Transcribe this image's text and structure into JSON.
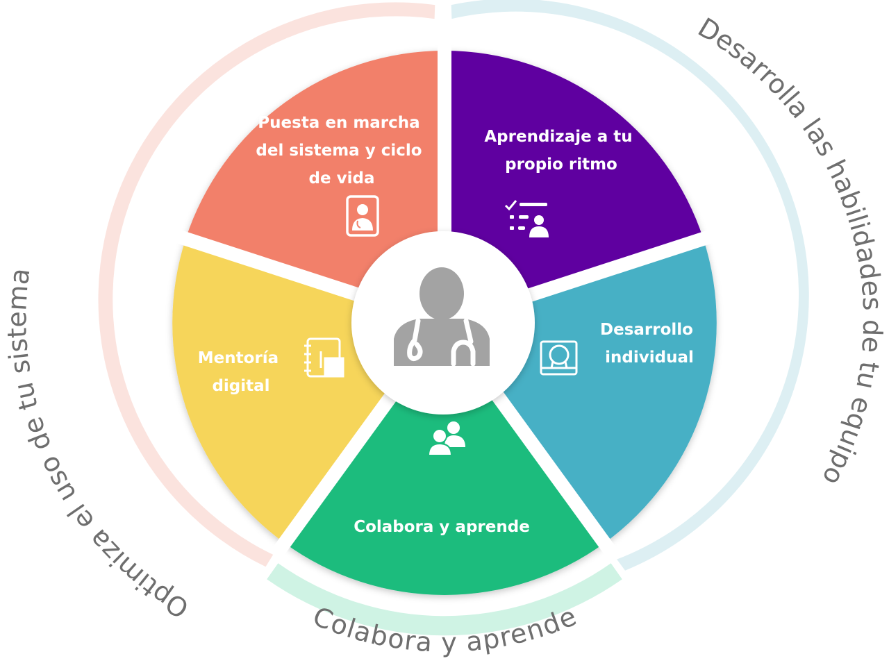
{
  "colors": {
    "segment_orange": "#F2806A",
    "segment_purple": "#5E00A0",
    "segment_teal": "#47B0C5",
    "segment_green": "#1BBC7D",
    "segment_yellow": "#F6D55A",
    "ring_left": "#FBE3DE",
    "ring_right": "#DDEFF3",
    "ring_bottom": "#CFF3E4",
    "center_icon": "#A3A3A3",
    "ring_text": "#6E6E6E"
  },
  "segments": [
    {
      "id": "puesta-en-marcha",
      "lines": [
        "Puesta en marcha",
        "del sistema y ciclo",
        "de vida"
      ],
      "icon": "doctor-tablet-icon"
    },
    {
      "id": "aprendizaje",
      "lines": [
        "Aprendizaje a tu",
        "propio ritmo"
      ],
      "icon": "checklist-person-icon"
    },
    {
      "id": "desarrollo",
      "lines": [
        "Desarrollo",
        "individual"
      ],
      "icon": "person-frame-icon"
    },
    {
      "id": "colabora",
      "lines": [
        "Colabora y aprende"
      ],
      "icon": "group-icon"
    },
    {
      "id": "mentoria",
      "lines": [
        "Mentoría",
        "digital"
      ],
      "icon": "notebook-icon"
    }
  ],
  "center": {
    "icon": "doctor-stethoscope-icon"
  },
  "ring_labels": {
    "left": "Optimiza el uso de tu sistema",
    "right": "Desarrolla las habilidades de tu equipo",
    "bottom": "Colabora y aprende"
  }
}
